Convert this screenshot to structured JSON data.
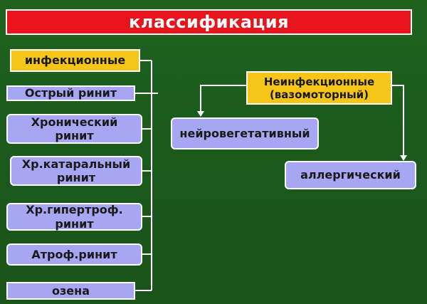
{
  "title": "классификация",
  "left_group": {
    "header": "инфекционные",
    "items": [
      "Острый ринит",
      "Хронический\nринит",
      "Хр.катаральный\nринит",
      "Хр.гипертроф.\nринит",
      "Атроф.ринит",
      "озена"
    ]
  },
  "right_group": {
    "header": "Неинфекционные\n(вазомоторный)",
    "items": [
      "нейровегетативный",
      "аллергический"
    ]
  },
  "colors": {
    "background": "#1c5b1c",
    "title_fill": "#e8141c",
    "header_fill": "#f5c518",
    "item_fill": "#a6a6f2",
    "connector": "#ffffff"
  }
}
